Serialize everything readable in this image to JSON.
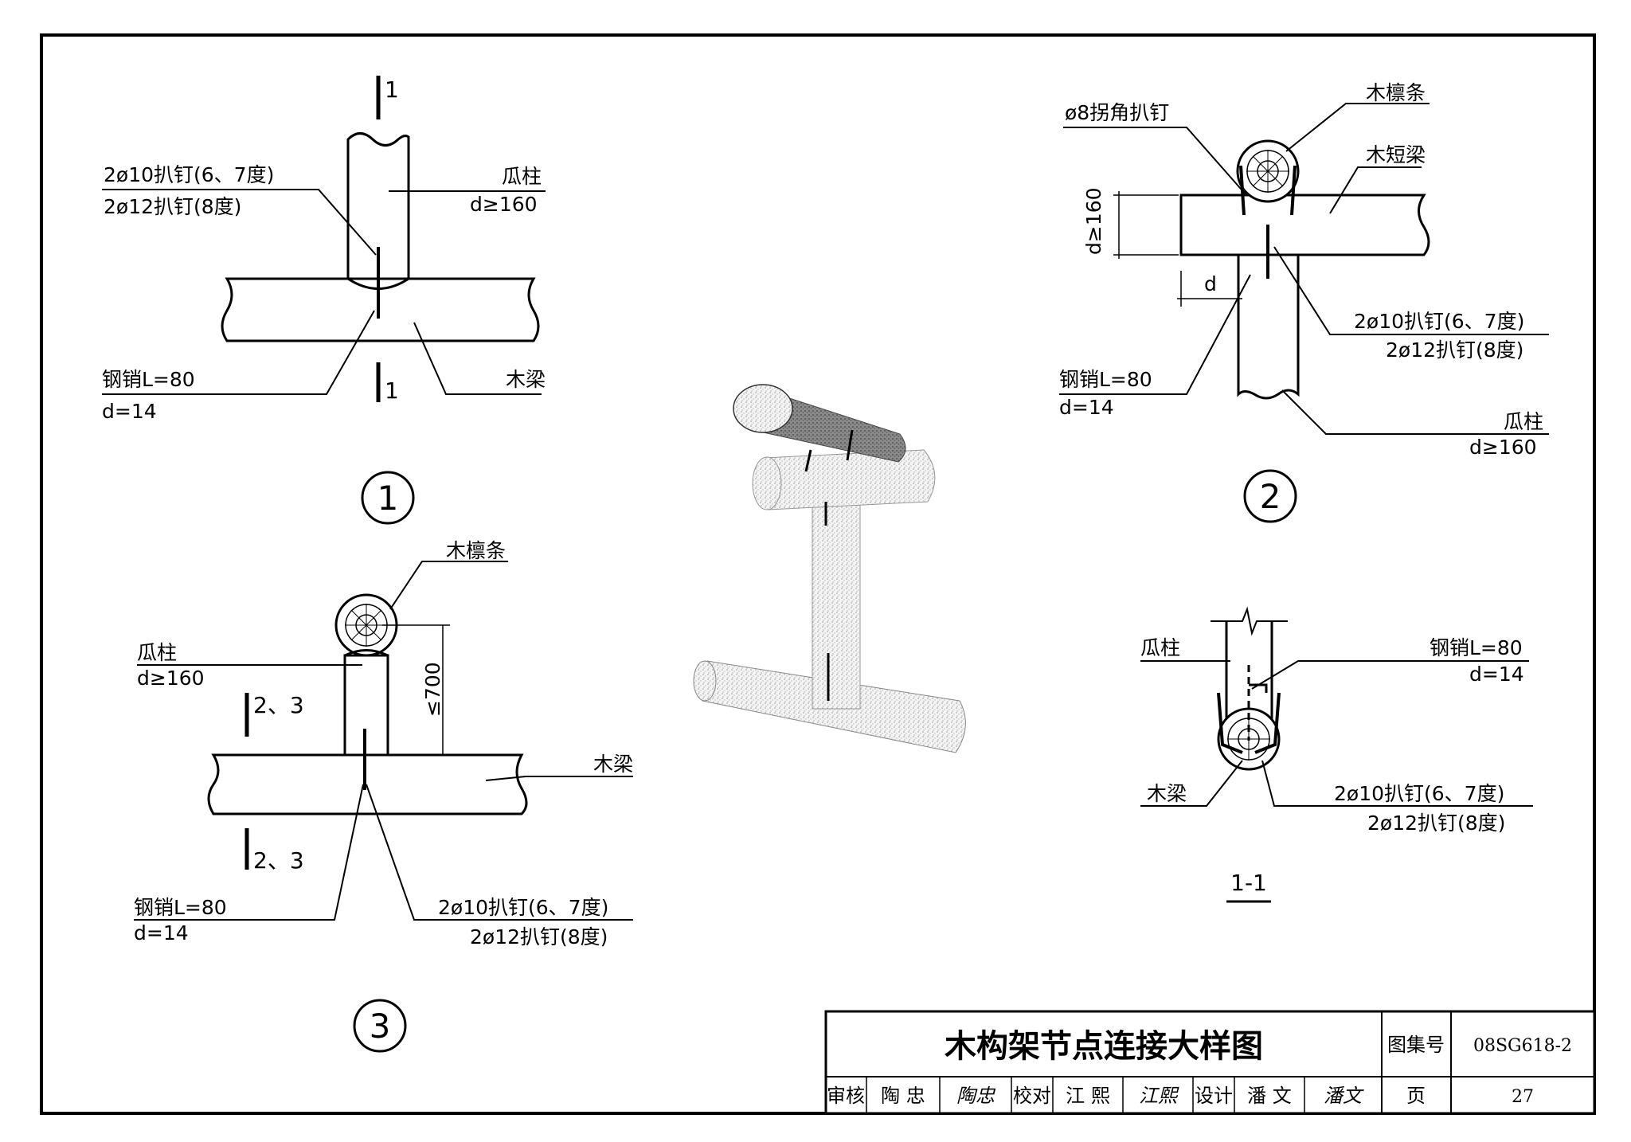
{
  "detail1": {
    "section_mark_top": "1",
    "section_mark_bottom": "1",
    "nail_label_1": "2ø10扒钉(6、7度)",
    "nail_label_2": "2ø12扒钉(8度)",
    "post_label": "瓜柱",
    "post_dim": "d≥160",
    "pin_label": "钢销L=80",
    "pin_dim": "d=14",
    "beam_label": "木梁",
    "number": "1"
  },
  "detail2": {
    "corner_nail_label": "ø8拐角扒钉",
    "purlin_label": "木檩条",
    "short_beam_label": "木短梁",
    "height_dim": "d≥160",
    "d_mark": "d",
    "nail_label_1": "2ø10扒钉(6、7度)",
    "nail_label_2": "2ø12扒钉(8度)",
    "pin_label": "钢销L=80",
    "pin_dim": "d=14",
    "post_label": "瓜柱",
    "post_dim": "d≥160",
    "number": "2"
  },
  "detail3": {
    "purlin_label": "木檩条",
    "post_label": "瓜柱",
    "post_dim": "d≥160",
    "height_dim": "≤700",
    "section_mark_top": "2、3",
    "section_mark_bottom": "2、3",
    "beam_label": "木梁",
    "pin_label": "钢销L=80",
    "pin_dim": "d=14",
    "nail_label_1": "2ø10扒钉(6、7度)",
    "nail_label_2": "2ø12扒钉(8度)",
    "number": "3"
  },
  "section11": {
    "post_label": "瓜柱",
    "pin_label": "钢销L=80",
    "pin_dim": "d=14",
    "beam_label": "木梁",
    "nail_label_1": "2ø10扒钉(6、7度)",
    "nail_label_2": "2ø12扒钉(8度)",
    "title": "1-1"
  },
  "title_block": {
    "title": "木构架节点连接大样图",
    "atlas_no_label": "图集号",
    "atlas_no": "08SG618-2",
    "review_label": "审核",
    "review_name": "陶 忠",
    "review_sig": "陶忠",
    "check_label": "校对",
    "check_name": "江 熙",
    "check_sig": "江熙",
    "design_label": "设计",
    "design_name": "潘 文",
    "design_sig": "潘文",
    "page_label": "页",
    "page_no": "27"
  }
}
